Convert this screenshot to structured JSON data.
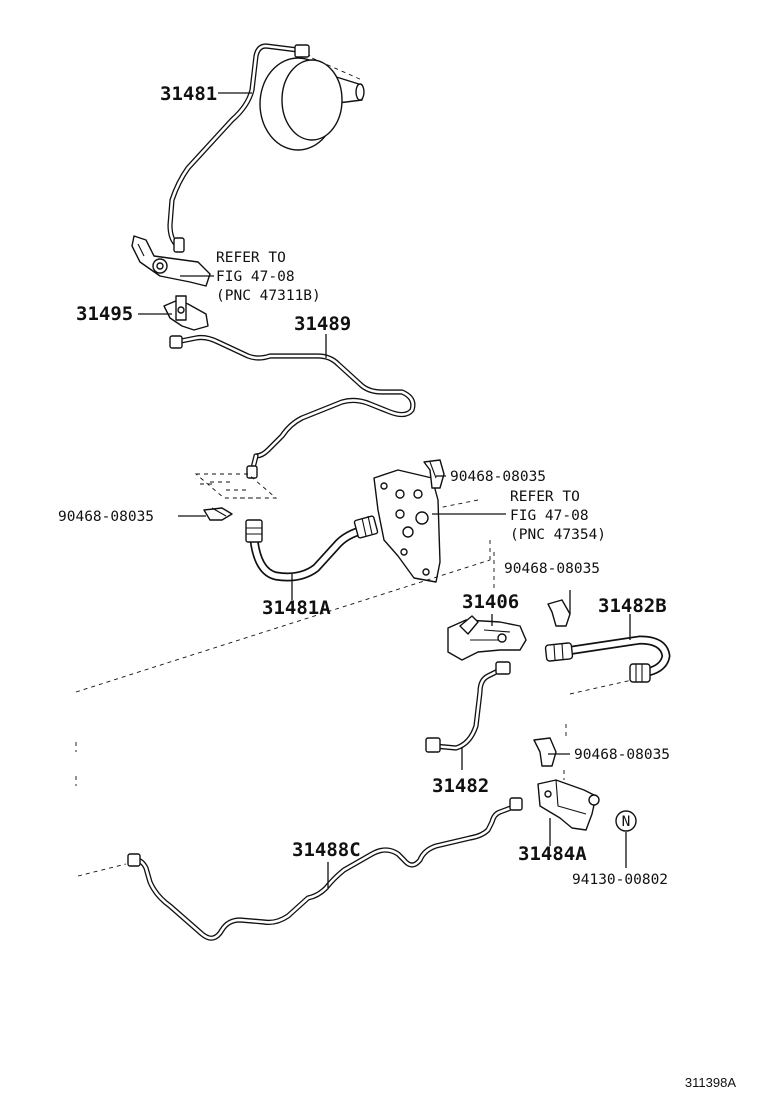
{
  "parts": {
    "p31481": "31481",
    "p31495": "31495",
    "p31489": "31489",
    "p90468_a": "90468-08035",
    "p90468_b": "90468-08035",
    "p90468_c": "90468-08035",
    "p90468_d": "90468-08035",
    "p31481A": "31481A",
    "p31406": "31406",
    "p31482B": "31482B",
    "p31482": "31482",
    "p31488C": "31488C",
    "p31484A": "31484A",
    "p94130": "94130-00802"
  },
  "refs": {
    "ref1": {
      "line1": "REFER TO",
      "line2": "FIG 47-08",
      "line3": "(PNC 47311B)"
    },
    "ref2": {
      "line1": "REFER TO",
      "line2": "FIG 47-08",
      "line3": "(PNC 47354)"
    }
  },
  "symbols": {
    "n_marker": "N"
  },
  "figure_id": "311398A"
}
